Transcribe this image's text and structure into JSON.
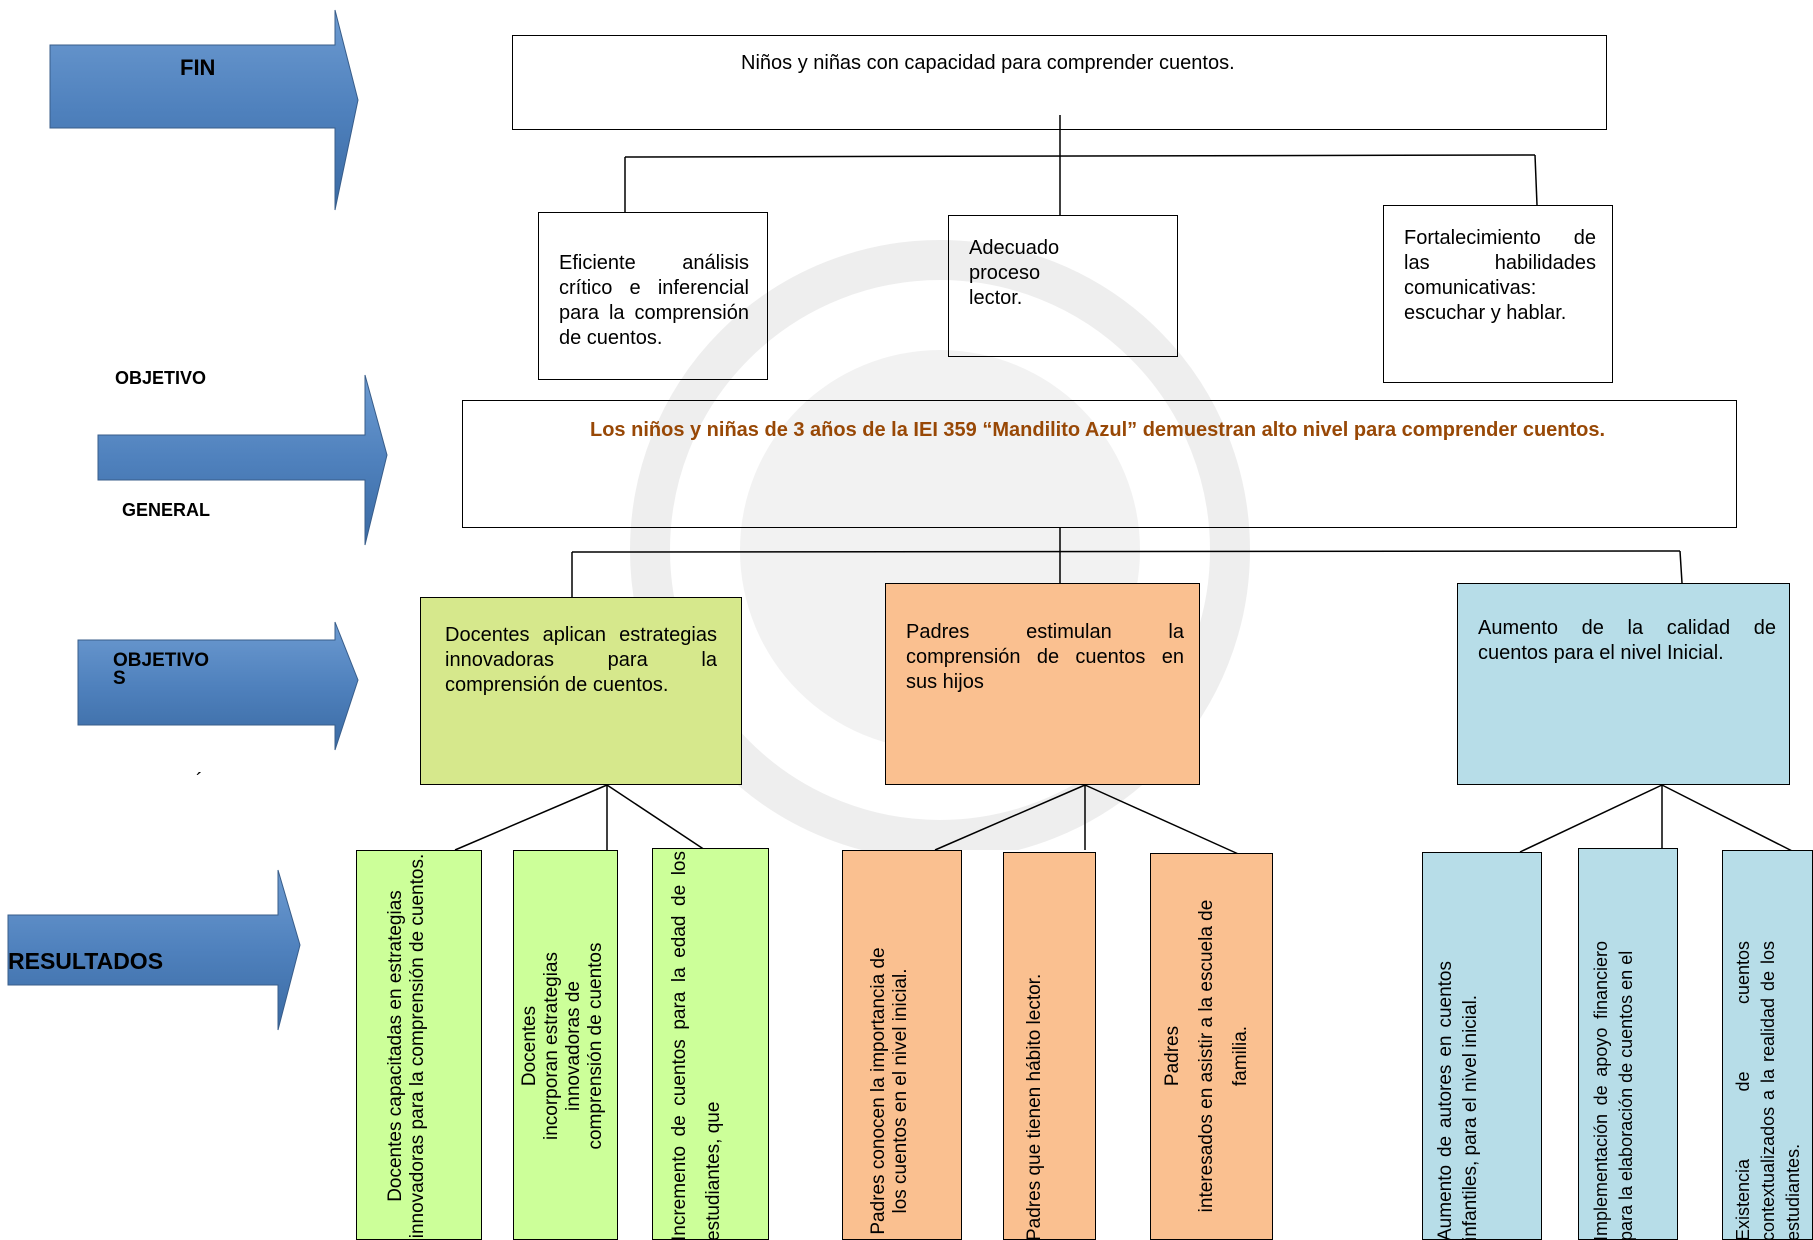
{
  "labels": {
    "fin": "FIN",
    "objetivo": "OBJETIVO",
    "general": "GENERAL",
    "objetivos": "OBJETIVO\nS",
    "tick": "´",
    "resultados": "RESULTADOS"
  },
  "fin_box": "Niños y niñas con capacidad para comprender cuentos.",
  "fin_children": [
    "Eficiente análisis crítico e inferencial para la comprensión de cuentos.",
    "Adecuado\nproceso\nlector.",
    "Fortalecimiento de las habilidades comunicativas: escuchar y hablar."
  ],
  "objetivo_general": "Los niños y niñas de 3 años de la IEI 359 “Mandilito Azul” demuestran alto nivel para comprender cuentos.",
  "objetivos_especificos": [
    "Docentes aplican estrategias innovadoras para la comprensión de cuentos.",
    "Padres estimulan la comprensión de cuentos en sus hijos",
    "Aumento de la calidad de cuentos para el nivel Inicial."
  ],
  "resultados": [
    "Docentes capacitadas en estrategias innovadoras para la comprensión de cuentos.",
    "Docentes\nincorporan estrategias\ninnovadoras de\ncomprensión de cuentos",
    "Incremento de cuentos para la edad de los estudiantes, que",
    "Padres conocen la importancia de los cuentos en el nivel inicial.",
    "Padres que tienen hábito lector.",
    "Padres\ninteresados en asistir a la escuela de familia.",
    "Aumento de autores en cuentos infantiles, para el nivel inicial.",
    "Implementación de apoyo financiero para la elaboración de cuentos en el",
    "Existencia de cuentos contextualizados a la realidad de los estudiantes."
  ],
  "colors": {
    "arrow": "#4f81bd",
    "arrow_dark": "#385d8a",
    "green": "#d6e88c",
    "lightgreen": "#ccff99",
    "orange": "#fac090",
    "blue": "#b7dde8",
    "general_text": "#984806"
  }
}
